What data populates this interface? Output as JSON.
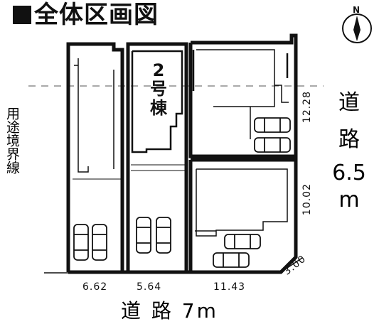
{
  "title": "全体区画図",
  "compass_label": "N",
  "building_label": [
    "2",
    "号",
    "棟"
  ],
  "boundary_label": "用途境界線",
  "road_right": [
    "道",
    "路",
    "6.5",
    "m"
  ],
  "road_bottom": "道 路 7m",
  "dimensions": {
    "lot1_width": "6.62",
    "lot2_width": "5.64",
    "lot3_width": "11.43",
    "corner_cut": "3.00",
    "right_upper": "12.28",
    "right_lower": "10.02"
  },
  "icons": {
    "compass": "compass-icon",
    "car": "car-icon"
  }
}
